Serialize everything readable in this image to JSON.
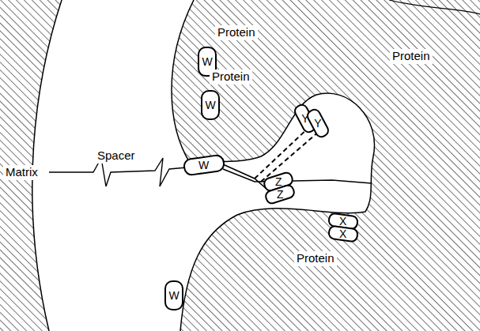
{
  "diagram": {
    "nodes": [
      {
        "text": [
          "W"
        ]
      },
      {
        "text": [
          "W"
        ]
      },
      {
        "text": [
          "W"
        ]
      },
      {
        "text": [
          "Z"
        ]
      },
      {
        "text": [
          "Z"
        ]
      },
      {
        "text": [
          "Y"
        ]
      },
      {
        "text": [
          "Y"
        ]
      },
      {
        "text": [
          "X"
        ]
      },
      {
        "text": [
          "X"
        ]
      },
      {
        "text": [
          "W"
        ]
      }
    ],
    "labels": [
      "Protein",
      "Protein",
      "Protein",
      "Matrix",
      "Spacer",
      "Protein"
    ]
  }
}
